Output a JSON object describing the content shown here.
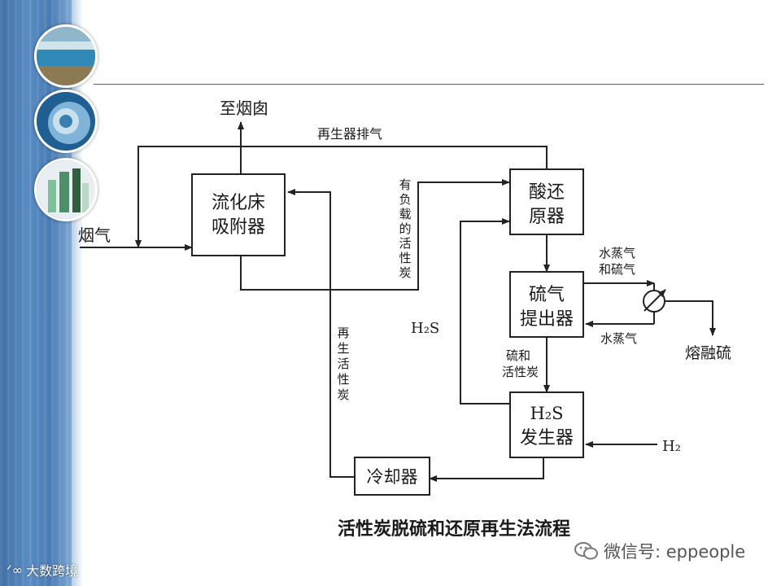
{
  "boxes": {
    "adsorber": [
      "流化床",
      "吸附器"
    ],
    "reducer": [
      "酸还",
      "原器"
    ],
    "sulfur_extractor": [
      "硫气",
      "提出器"
    ],
    "h2s_generator_sub": "发生器",
    "cooler": "冷却器"
  },
  "labels": {
    "chimney": "至烟囱",
    "regen_exhaust": "再生器排气",
    "flue_gas": "烟气",
    "loaded_carbon": [
      "有",
      "负",
      "载",
      "的",
      "活",
      "性",
      "炭"
    ],
    "regen_carbon": [
      "再",
      "生",
      "活",
      "性",
      "炭"
    ],
    "h2s_label": "H₂S",
    "steam_sulfur_1": "水蒸气",
    "steam_sulfur_2": "和硫气",
    "steam": "水蒸气",
    "molten_sulfur": "熔融硫",
    "sulfur_carbon_1": "硫和",
    "sulfur_carbon_2": "活性炭",
    "h2_input": "H₂"
  },
  "caption": "活性炭脱硫和还原再生法流程",
  "watermark": {
    "left": "大数跨境",
    "right": "微信号: eppeople"
  }
}
